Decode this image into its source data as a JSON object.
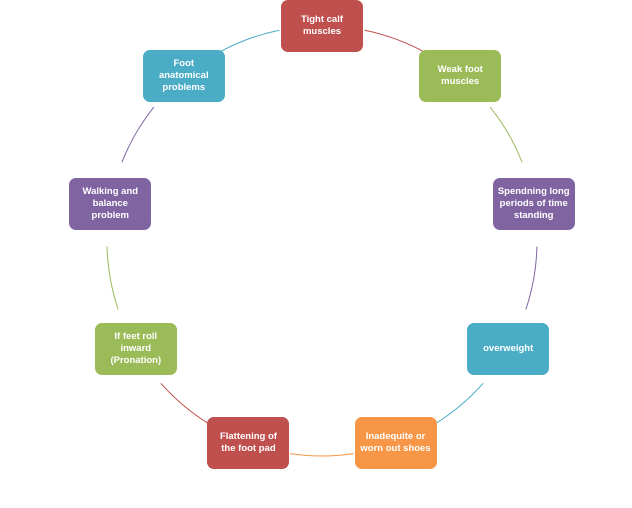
{
  "diagram": {
    "type": "cycle",
    "nodes": [
      {
        "label": "Tight calf\nmuscles",
        "color": "#c0504d"
      },
      {
        "label": "Weak foot\nmuscles",
        "color": "#9bbb59"
      },
      {
        "label": "Spendning long\nperiods of time\nstanding",
        "color": "#8064a2"
      },
      {
        "label": "overweight",
        "color": "#4bacc6"
      },
      {
        "label": "Inadequite or\nworn out shoes",
        "color": "#f79646"
      },
      {
        "label": "Flattening of\nthe foot pad",
        "color": "#c0504d"
      },
      {
        "label": "If feet roll\ninward\n(Pronation)",
        "color": "#9bbb59"
      },
      {
        "label": "Walking and\nbalance\nproblem",
        "color": "#8064a2"
      },
      {
        "label": "Foot\nanatomical\nproblems",
        "color": "#4bacc6"
      }
    ]
  }
}
